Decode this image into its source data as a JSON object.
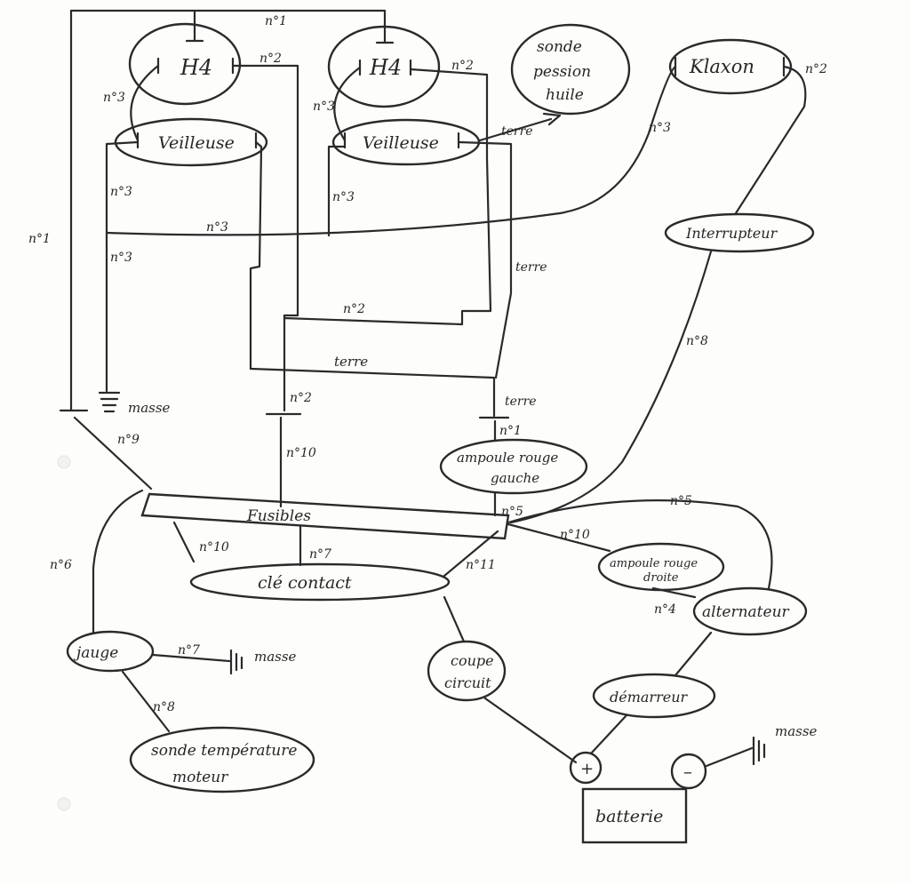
{
  "components": {
    "h4_left": "H4",
    "h4_right": "H4",
    "veilleuse_left": "Veilleuse",
    "veilleuse_right": "Veilleuse",
    "sonde_pression_line1": "sonde",
    "sonde_pression_line2": "pession",
    "sonde_pression_line3": "huile",
    "klaxon": "Klaxon",
    "interrupteur": "Interrupteur",
    "ampoule_gauche_line1": "ampoule rouge",
    "ampoule_gauche_line2": "gauche",
    "ampoule_droite_line1": "ampoule rouge",
    "ampoule_droite_line2": "droite",
    "alternateur": "alternateur",
    "demarreur": "démarreur",
    "coupe_circuit_line1": "coupe",
    "coupe_circuit_line2": "circuit",
    "jauge": "jauge",
    "sonde_temp_line1": "sonde température",
    "sonde_temp_line2": "moteur",
    "fusibles": "Fusibles",
    "cle_contact": "clé contact",
    "batterie": "batterie",
    "plus": "+",
    "minus": "–"
  },
  "wires": {
    "n1_top": "n°1",
    "n1_left": "n°1",
    "n2_h4_left": "n°2",
    "n2_h4_right": "n°2",
    "n2_klaxon": "n°2",
    "n3_left_h4": "n°3",
    "n3_right_h4": "n°3",
    "n3_klaxon": "n°3",
    "n3_left_a": "n°3",
    "n3_right_a": "n°3",
    "n3_mid": "n°3",
    "n3_left_b": "n°3",
    "terre_sonde": "terre",
    "terre_vertical": "terre",
    "n2_mid": "n°2",
    "terre_horizontal": "terre",
    "terre_lower": "terre",
    "n2_lower": "n°2",
    "n1_ampoule": "n°1",
    "n8_interrupteur": "n°8",
    "n10_upper": "n°10",
    "n9": "n°9",
    "n5_upper": "n°5",
    "n5_lower": "n°5",
    "n10_cle": "n°10",
    "n7_cle": "n°7",
    "n11": "n°11",
    "n10_ampoule": "n°10",
    "n6": "n°6",
    "n4": "n°4",
    "n7_jauge": "n°7",
    "n8_jauge": "n°8"
  },
  "ground": {
    "masse_top": "masse",
    "masse_jauge": "masse",
    "masse_batterie": "masse"
  }
}
